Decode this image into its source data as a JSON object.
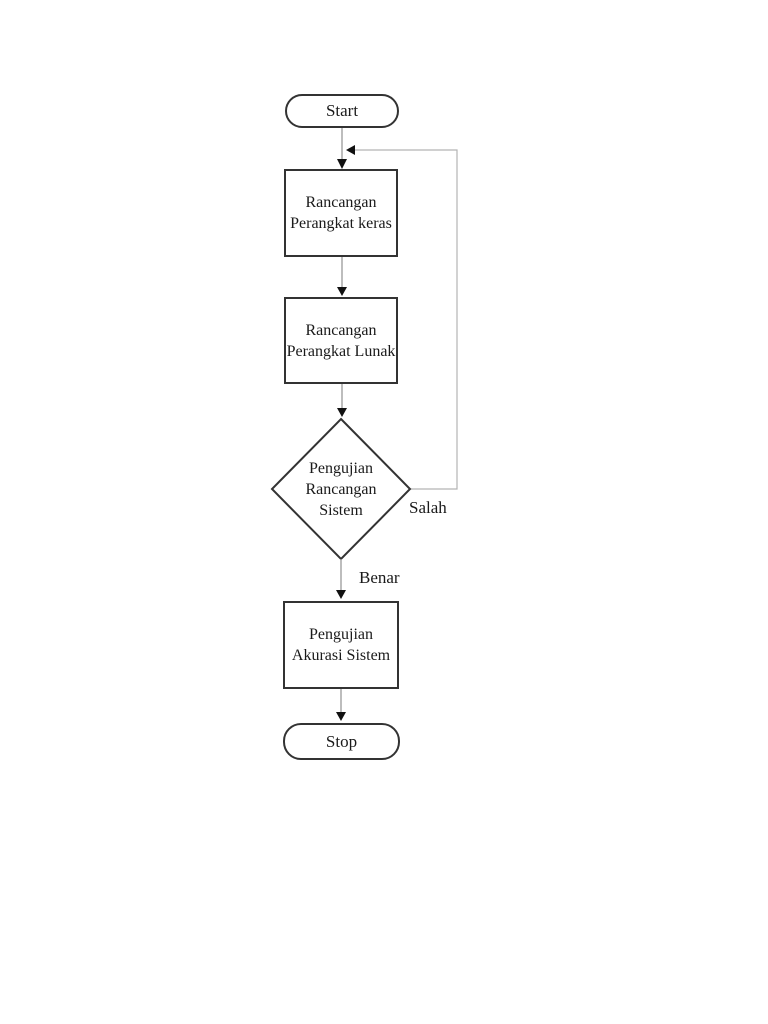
{
  "page": {
    "background": "#ffffff"
  },
  "flowchart": {
    "nodes": {
      "start": {
        "type": "terminator",
        "label": "Start"
      },
      "hardware_design": {
        "type": "process",
        "lines": [
          "Rancangan",
          "Perangkat keras"
        ]
      },
      "software_design": {
        "type": "process",
        "lines": [
          "Rancangan",
          "Perangkat Lunak"
        ]
      },
      "system_design_test": {
        "type": "decision",
        "lines": [
          "Pengujian",
          "Rancangan",
          "Sistem"
        ]
      },
      "accuracy_test": {
        "type": "process",
        "lines": [
          "Pengujian",
          "Akurasi Sistem"
        ]
      },
      "stop": {
        "type": "terminator",
        "label": "Stop"
      }
    },
    "edge_labels": {
      "false_branch": "Salah",
      "true_branch": "Benar"
    },
    "colors": {
      "page_bg": "#ffffff",
      "shape_fill": "#ffffff",
      "shape_border": "#333333",
      "connector": "#999999",
      "loop_connector": "#b3b3b3",
      "arrowhead": "#111111",
      "text": "#1a1a1a"
    }
  }
}
